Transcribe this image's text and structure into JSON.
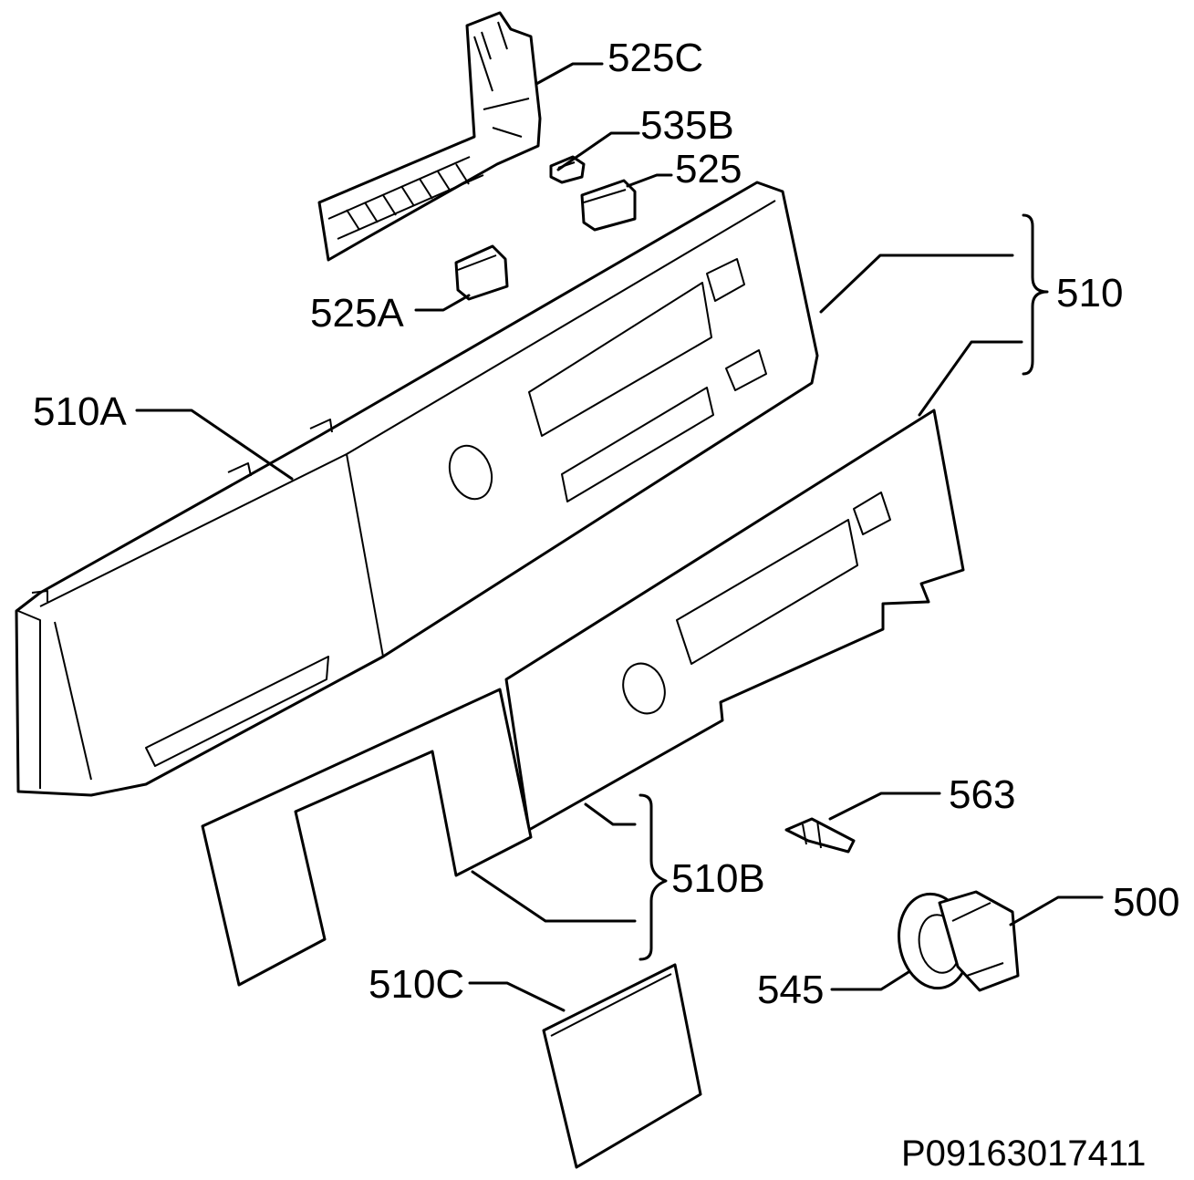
{
  "labels": {
    "l525C": "525C",
    "l535B": "535B",
    "l525": "525",
    "l510": "510",
    "l525A": "525A",
    "l510A": "510A",
    "l563": "563",
    "l510B": "510B",
    "l500": "500",
    "l545": "545",
    "l510C": "510C"
  },
  "drawing_code": "P09163017411"
}
